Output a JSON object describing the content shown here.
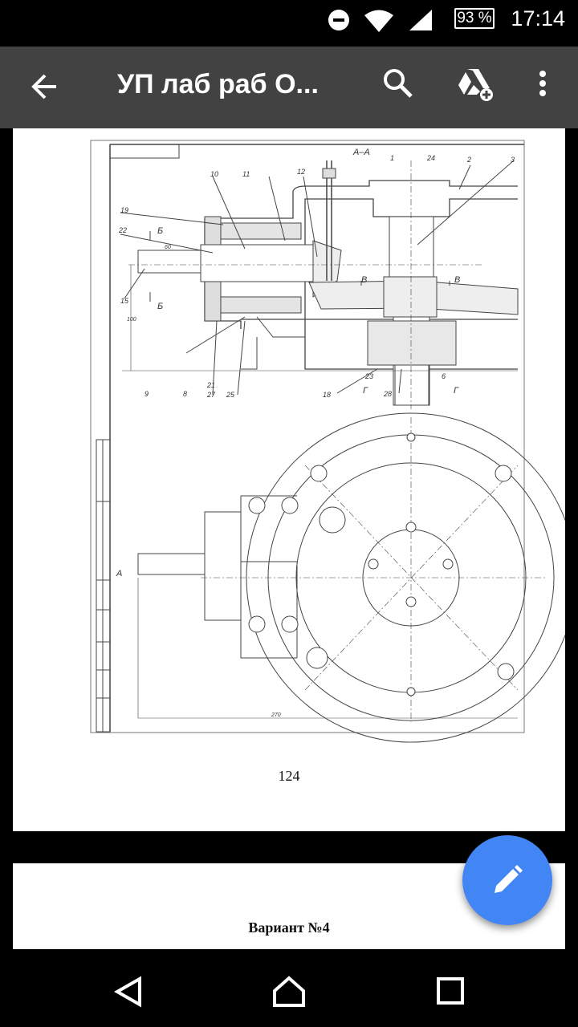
{
  "status_bar": {
    "battery": "93 %",
    "time": "17:14",
    "icons": [
      "do-not-disturb-icon",
      "wifi-icon",
      "signal-icon",
      "battery-icon"
    ]
  },
  "app_bar": {
    "title": "УП лаб раб О...",
    "icons": [
      "back-arrow-icon",
      "search-icon",
      "drive-add-icon",
      "more-vert-icon"
    ]
  },
  "document": {
    "page_number": "124",
    "next_page_heading": "Вариант №4",
    "drawing_labels": {
      "section_aa": "А–А",
      "section_b": "Б",
      "section_v": "В",
      "section_g": "Г",
      "section_a": "А",
      "callouts": [
        "1",
        "24",
        "2",
        "3",
        "10",
        "11",
        "12",
        "19",
        "22",
        "15",
        "9",
        "8",
        "21",
        "27",
        "25",
        "18",
        "23",
        "28",
        "6"
      ],
      "dim_60": "60",
      "dim_100": "100",
      "dim_270": "270"
    }
  },
  "fab": {
    "icon": "edit-pencil-icon"
  },
  "nav_bar": {
    "icons": [
      "back-triangle-icon",
      "home-icon",
      "recents-icon"
    ]
  }
}
